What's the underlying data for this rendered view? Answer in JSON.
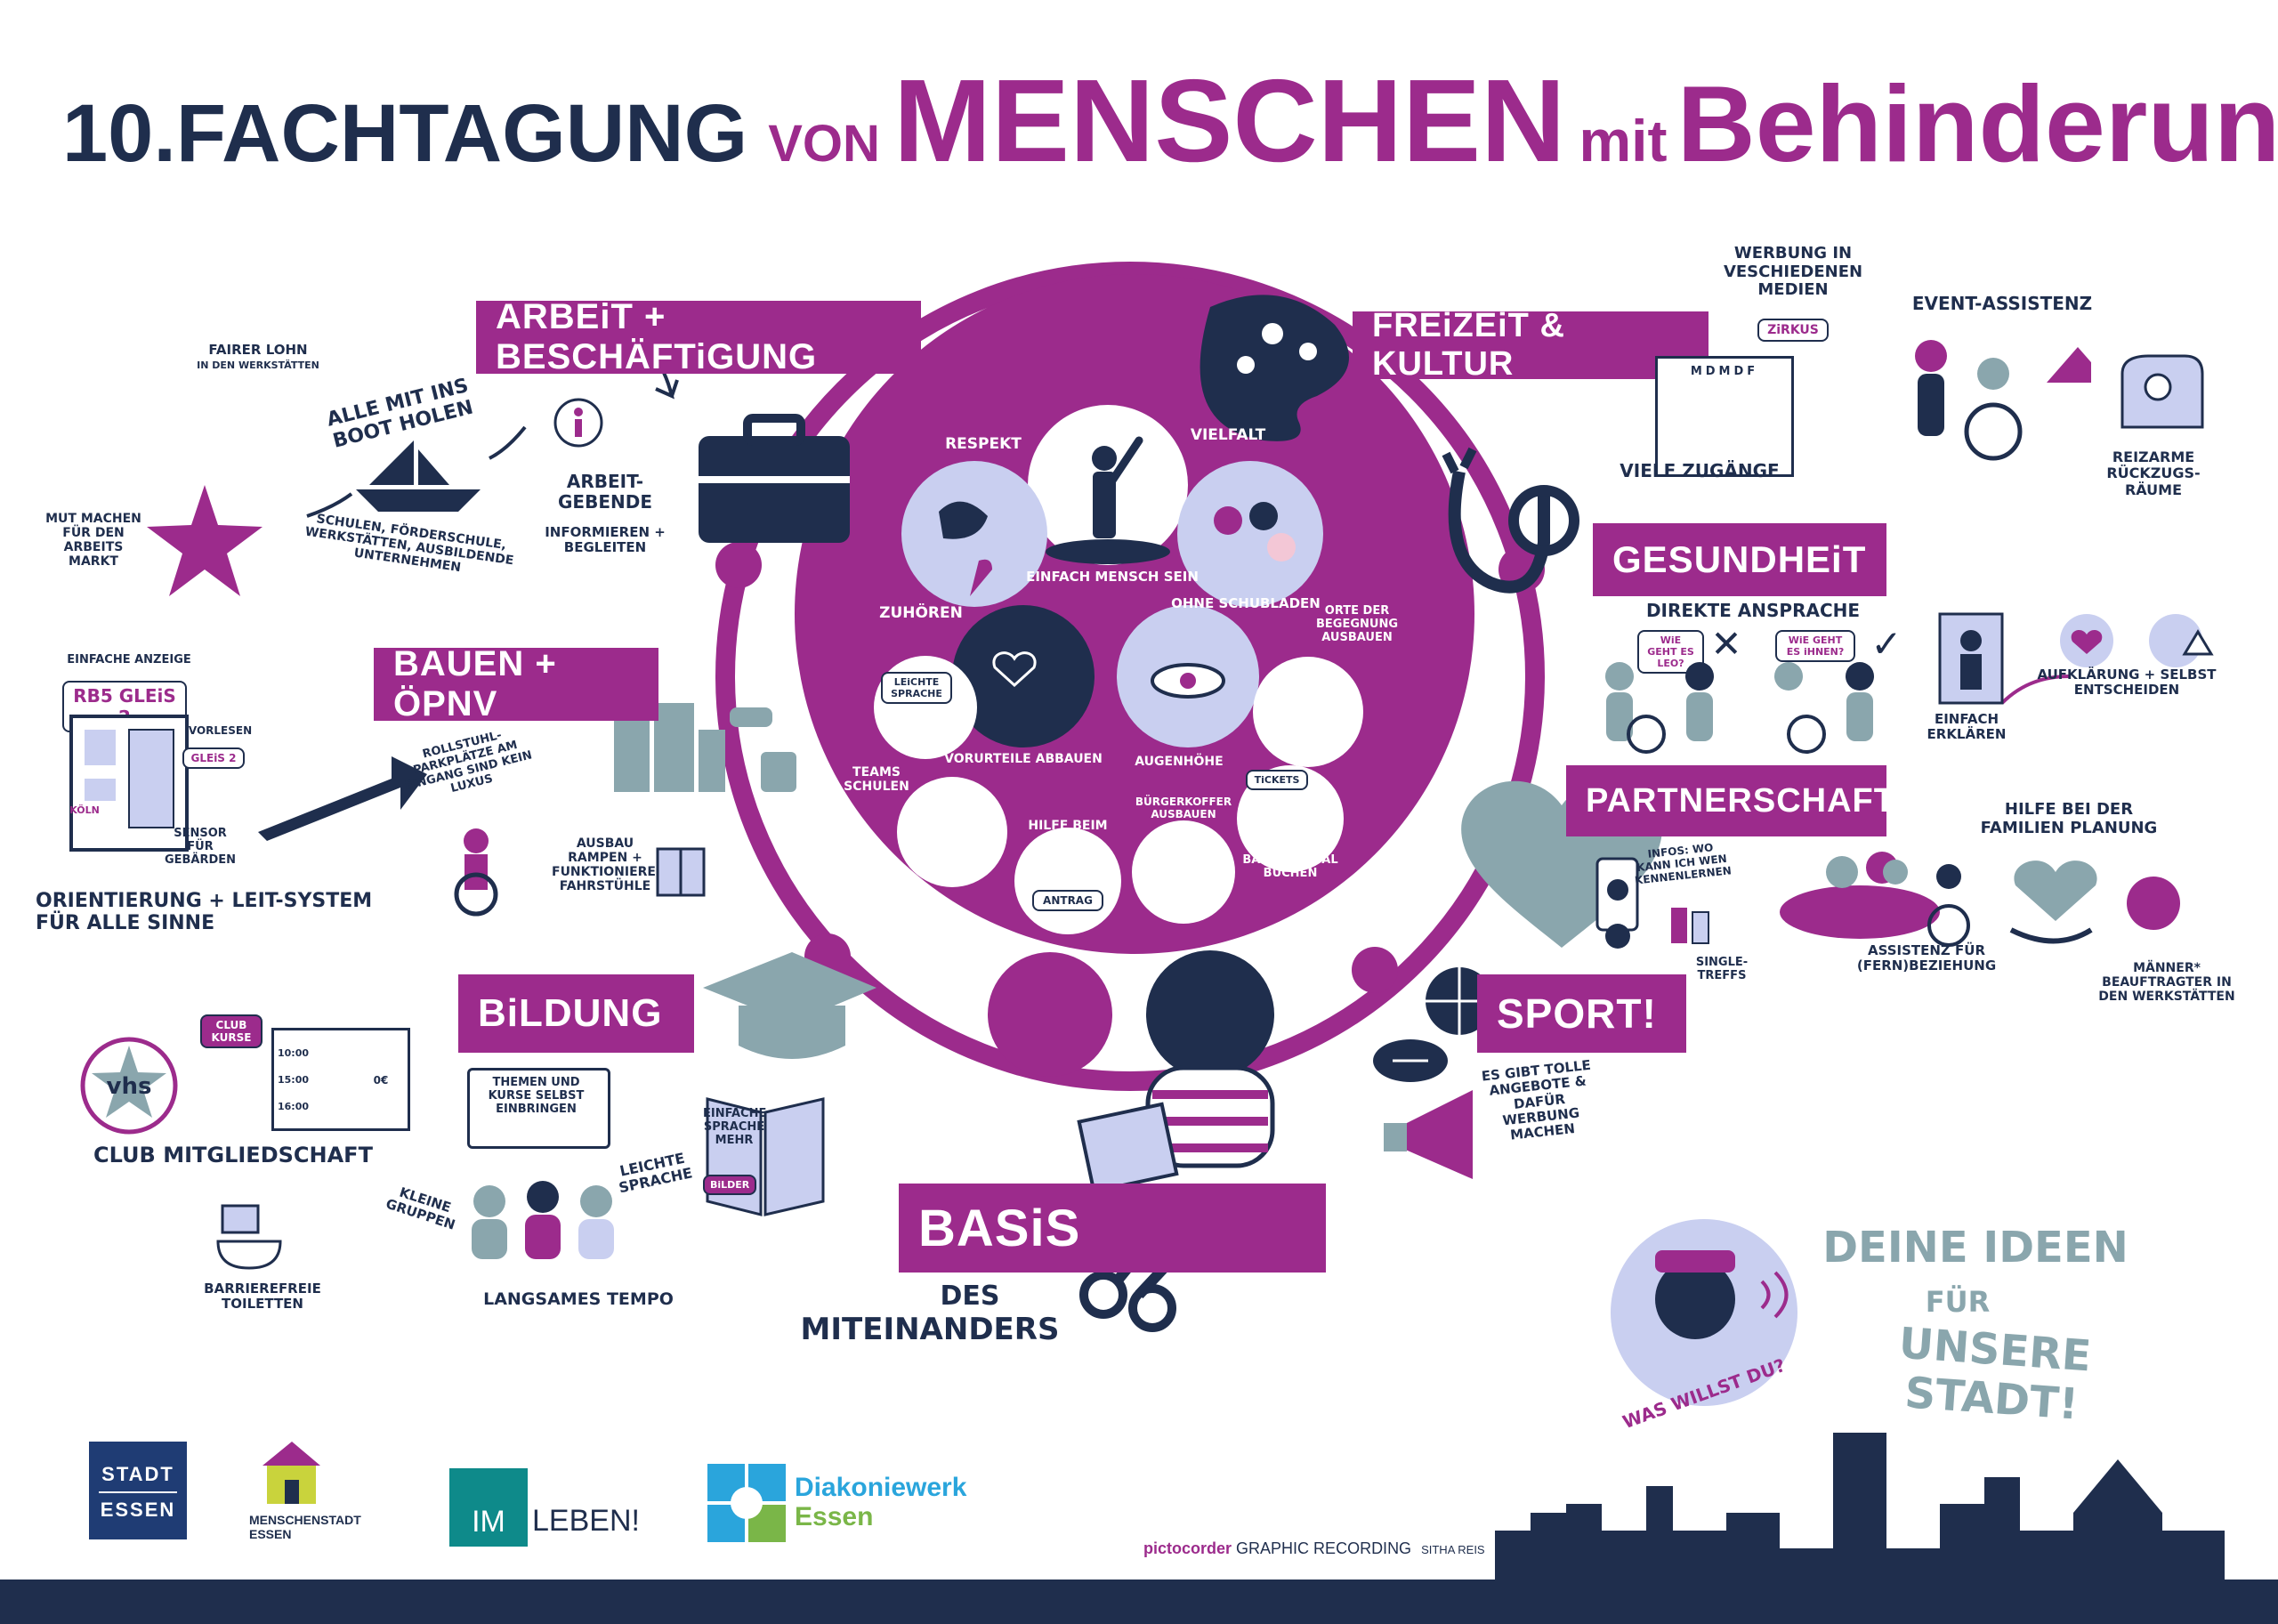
{
  "title": {
    "part1": "10.FACHTAGUNG",
    "part2": "VON",
    "part3": "MENSCHEN",
    "part4": "mit",
    "part5": "Behinderung"
  },
  "colors": {
    "purple": "#9c2b8c",
    "navy": "#1f2e4d",
    "teal": "#8aa6ad",
    "light_blue": "#c9cff0",
    "white": "#ffffff"
  },
  "categories": {
    "arbeit": "ARBEiT + BESCHÄFTiGUNG",
    "freizeit": "FREiZEiT & KULTUR",
    "bauen": "BAUEN + ÖPNV",
    "gesundheit": "GESUNDHEiT",
    "partnerschaft": "PARTNERSCHAFT",
    "bildung": "BiLDUNG",
    "sport": "SPORT!",
    "basis": "BASiS"
  },
  "center": {
    "respekt": "RESPEKT",
    "vielfalt": "ViELFALT",
    "zuhoeren": "ZUHÖREN",
    "einfach_mensch_sein": "EiNFACH MENSCH SEiN",
    "ohne_schubladen": "OHNE SCHUBLADEN",
    "orte_der_begegnung": "ORTE der BEGEGNUNG AUSBAUEN",
    "leichte_sprache": "LEiCHTE SPRACHE",
    "vorurteile_abbauen": "VORURTEiLE ABBAUEN",
    "augenhoehe": "AUGENHÖHE",
    "teams_schulen": "TEAMS SCHULEN",
    "hilfe_beim": "HiLFE beim",
    "antrag": "ANTRAG",
    "buergerkoffer": "BÜRGERKOFFER AUSBAUEN",
    "tickets": "TiCKETS",
    "bar_digital": "BAR + DiGiTAL BUCHEN",
    "basis_sub1": "DES",
    "basis_sub2": "MiTEiNANDERS"
  },
  "arbeit_notes": {
    "fairer_lohn": "FAiRER LOHN",
    "in_werkstaetten": "iN DEN WERKSTÄTTEN",
    "boot_holen": "ALLE MiT iNS BOOT HOLEN",
    "mut_machen": "MUT MACHEN für den ARBEiTS MARKT",
    "schulen": "SCHULEN, FÖRDERSCHULE, WERKSTÄTTEN, AUSBiLDENDE UNTERNEHMEN",
    "arbeitgebende": "ARBEiT- GEBENDE",
    "informieren": "iNFORMiEREN + BEGLEiTEN"
  },
  "bauen_notes": {
    "einfache_anzeige": "EiNFACHE ANZEiGE",
    "rb5": "RB5 GLEiS 2",
    "vorlesen": "VORLESEN",
    "gleis2": "GLEiS 2",
    "koeln": "KÖLN",
    "sensor": "SENSOR FÜR GEBÄRDEN",
    "orientierung": "ORiENTiERUNG + LEiT-SYSTEM FÜR ALLE SiNNE",
    "rollstuhl": "ROLLSTUHL-PARKPLÄTZE AM EiNGANG SiND KEiN LUXUS",
    "ausbau": "AUSBAU RAMPEN + FUNKTiONiERENDE FAHRSTÜHLE"
  },
  "bildung_notes": {
    "vhs": "vhs",
    "club_kurse": "CLUB KURSE",
    "club_mitglied": "CLUB MiTGLiEDSCHAFT",
    "times": [
      "10:00",
      "15:00",
      "16:00"
    ],
    "price": "0€",
    "themen": "THEMEN UND KURSE SELBST EiNBRiNGEN",
    "kleine_gruppen": "KLEiNE GRUPPEN",
    "leichte_sprache": "LEiCHTE SPRACHE",
    "einfache_sprache": "EiNFACHE SPRACHE MEHR",
    "bilder": "BiLDER",
    "langsames_tempo": "LANGSAMES TEMPO",
    "toiletten": "BARRiEREFREiE TOiLETTEN"
  },
  "freizeit_notes": {
    "werbung": "WERBUNG iN VESCHiEDENEN MEDiEN",
    "zirkus": "ZiRKUS",
    "weekdays": "MDMDF",
    "event_assistenz": "EVENT-ASSiSTENZ",
    "viele_zugaenge": "ViELE ZUGÄNGE",
    "reizarme": "REiZARME RÜCKZUGS- RÄUME"
  },
  "gesundheit_notes": {
    "direkte_ansprache": "DiREKTE ANSPRACHE",
    "wie_geht_es_leo": "WiE GEHT ES LEO?",
    "wie_geht_es_ihnen": "WiE GEHT ES iHNEN?",
    "einfach_erklaeren": "EiNFACH ERKLÄREN",
    "aufklaerung": "AUFKLÄRUNG + SELBST ENTSCHEiDEN"
  },
  "partnerschaft_notes": {
    "infos": "iNFOS: WO KANN iCH WEN KENNENLERNEN",
    "single_treffs": "SiNGLE- TREFFS",
    "familienplanung": "HiLFE BEi DER FAMiLiEN PLANUNG",
    "assistenz": "ASSiSTENZ für (FERN)BEZiEHUNG",
    "maenner": "MÄNNER* BEAUFTRAGTER iN DEN WERKSTÄTTEN"
  },
  "sport_notes": {
    "angebote": "ES GiBT TOLLE ANGEBOTE & DAFÜR WERBUNG MACHEN"
  },
  "ideas": {
    "was_willst_du": "WAS WiLLST DU?",
    "deine": "DEiNE iDEEN",
    "fuer": "FÜR",
    "unsere": "UNSERE STADT!"
  },
  "logos": {
    "stadt1": "STADT",
    "stadt2": "ESSEN",
    "menschenstadt1": "MENSCHENSTADT",
    "menschenstadt2": "ESSEN",
    "im": "IM",
    "leben": "LEBEN!",
    "diakonie1": "Diakoniewerk",
    "diakonie2": "Essen",
    "credit_brand": "pictocorder",
    "credit_text": "GRAPHIC RECORDING",
    "credit_name": "SITHA REIS"
  }
}
